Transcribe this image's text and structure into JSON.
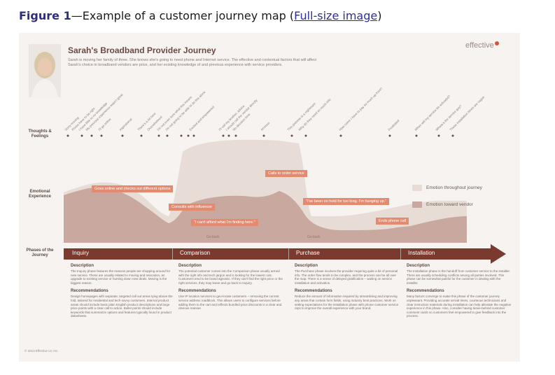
{
  "caption": {
    "figure": "Figure 1",
    "dash": "—",
    "text": "Example of a customer journey map (",
    "link": "Full-size image",
    "close": ")"
  },
  "map": {
    "title": "Sarah's Broadband Provider Journey",
    "description": "Sarah is moving her family of three. She knows she's going to need phone and Internet service. The effective and contextual factors that will affect Sarah's choice in broadband vendors are price, and her existing knowledge of and previous experience with service providers.",
    "brand": "effective",
    "row_labels": {
      "thoughts": "Thoughts & Feelings",
      "emotional": "Emotional Experience",
      "phases": "Phases of the Journey"
    },
    "thoughts": [
      "Sorry moving",
      "Prices have to be right",
      "I have little to no knowledge",
      "My previous experience wasn't great",
      "I'll go online",
      "Aspirational",
      "There's a lot here",
      "Overwhelmed",
      "I'm not even sure what this means",
      "I'm not going to be able to do this alone",
      "Excited and empowered",
      "I'll call my brother, advice",
      "I should call the vendor directly",
      "No decision time",
      "Anxious",
      "This process is a nightmare",
      "Why do they need so much info",
      "How come I have to pay so much up front?",
      "Frustrated",
      "When will my service be activated?",
      "Where's the service guy?",
      "These installation times are vague"
    ],
    "callouts": [
      "Goes online and checks out different options",
      "Consults with influencer",
      "\"I can't afford what I'm finding here.\"",
      "Calls to order service",
      "\"I've been on hold for too long. I'm hanging up.\"",
      "Ends phone call"
    ],
    "go_back": [
      "Go back",
      "Go back"
    ],
    "legend": [
      {
        "label": "Emotion throughout journey",
        "color": "#e8dcd5"
      },
      {
        "label": "Emotion toward vendor",
        "color": "#c9a99f"
      }
    ],
    "phases": [
      {
        "name": "Inquiry",
        "description": "The Inquiry phase features the reasons people are shopping around for new service. These are usually related to moving and relocation, an upgrade to existing service or hunting down new deals. Moving is the biggest reason.",
        "recommendations": "Design homepages with separate, targeted call out areas tying above the fold, tailored for residential and tech-savvy customers. Internal product areas should include basic plain English product descriptions and large price points with a clear call to action. Bullet points should include keywords that summarize options and features typically found in product datasheets."
      },
      {
        "name": "Comparison",
        "description": "The potential customer comes into the Comparison phase usually armed with the right info and tech jargon and is looking for the lowest cost. Customers tend to be brand agnostic. If they can't find the right price or the right services, they may leave and go back to Inquiry.",
        "recommendations": "Use IP location services to geo-locate customers – removing the current service address roadblock. This allows users to configure services before adding them to the cart and reflects bundled price discounts in a clear and obvious manner."
      },
      {
        "name": "Purchase",
        "description": "The Purchase phase involves the provider requiring quite a bit of personal info. The order flow tends to be complex, and the process can be all over the map. There is a sense of delayed gratification – waiting on service installation and activation.",
        "recommendations": "Reduce the amount of information required by streamlining and improving any areas that contain form fields, using industry best practices. Work on setting expectations for the installation phase with phone customer service reps to improve the overall experience with your brand."
      },
      {
        "name": "Installation",
        "description": "The Installation phase is the handoff from customer service to the installer. There are usually scheduling conflicts among all parties involved. This phase can be somewhat painful for the customer in dealing with the installer.",
        "recommendations": "Many factors converge to make this phase of the customer journey unpleasant. Providing accurate arrival times, courteous technicians and clear instruction materials during installation can help alleviate the negative experience in this phase. Also, consider having leave-behind customer comment cards so customers feel empowered to give feedback into the process."
      }
    ],
    "section_headers": {
      "description": "Description",
      "recommendations": "Recommendations"
    },
    "copyright": "© 2013 Effective UI, Inc.",
    "colors": {
      "accent": "#7a3a2e",
      "callout": "#e58a6e",
      "panel": "#f7f3f1"
    }
  }
}
